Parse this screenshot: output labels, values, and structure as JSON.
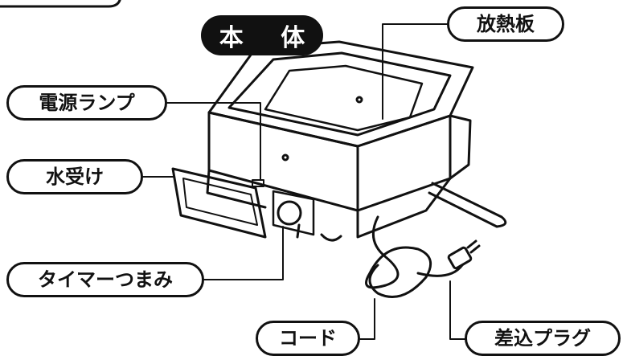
{
  "title": "本 体",
  "labels": {
    "heat_plate": "放熱板",
    "power_lamp": "電源ランプ",
    "water_tray": "水受け",
    "timer_knob": "タイマーつまみ",
    "cord": "コード",
    "plug": "差込プラグ"
  },
  "colors": {
    "ink": "#111111",
    "background": "#ffffff"
  }
}
